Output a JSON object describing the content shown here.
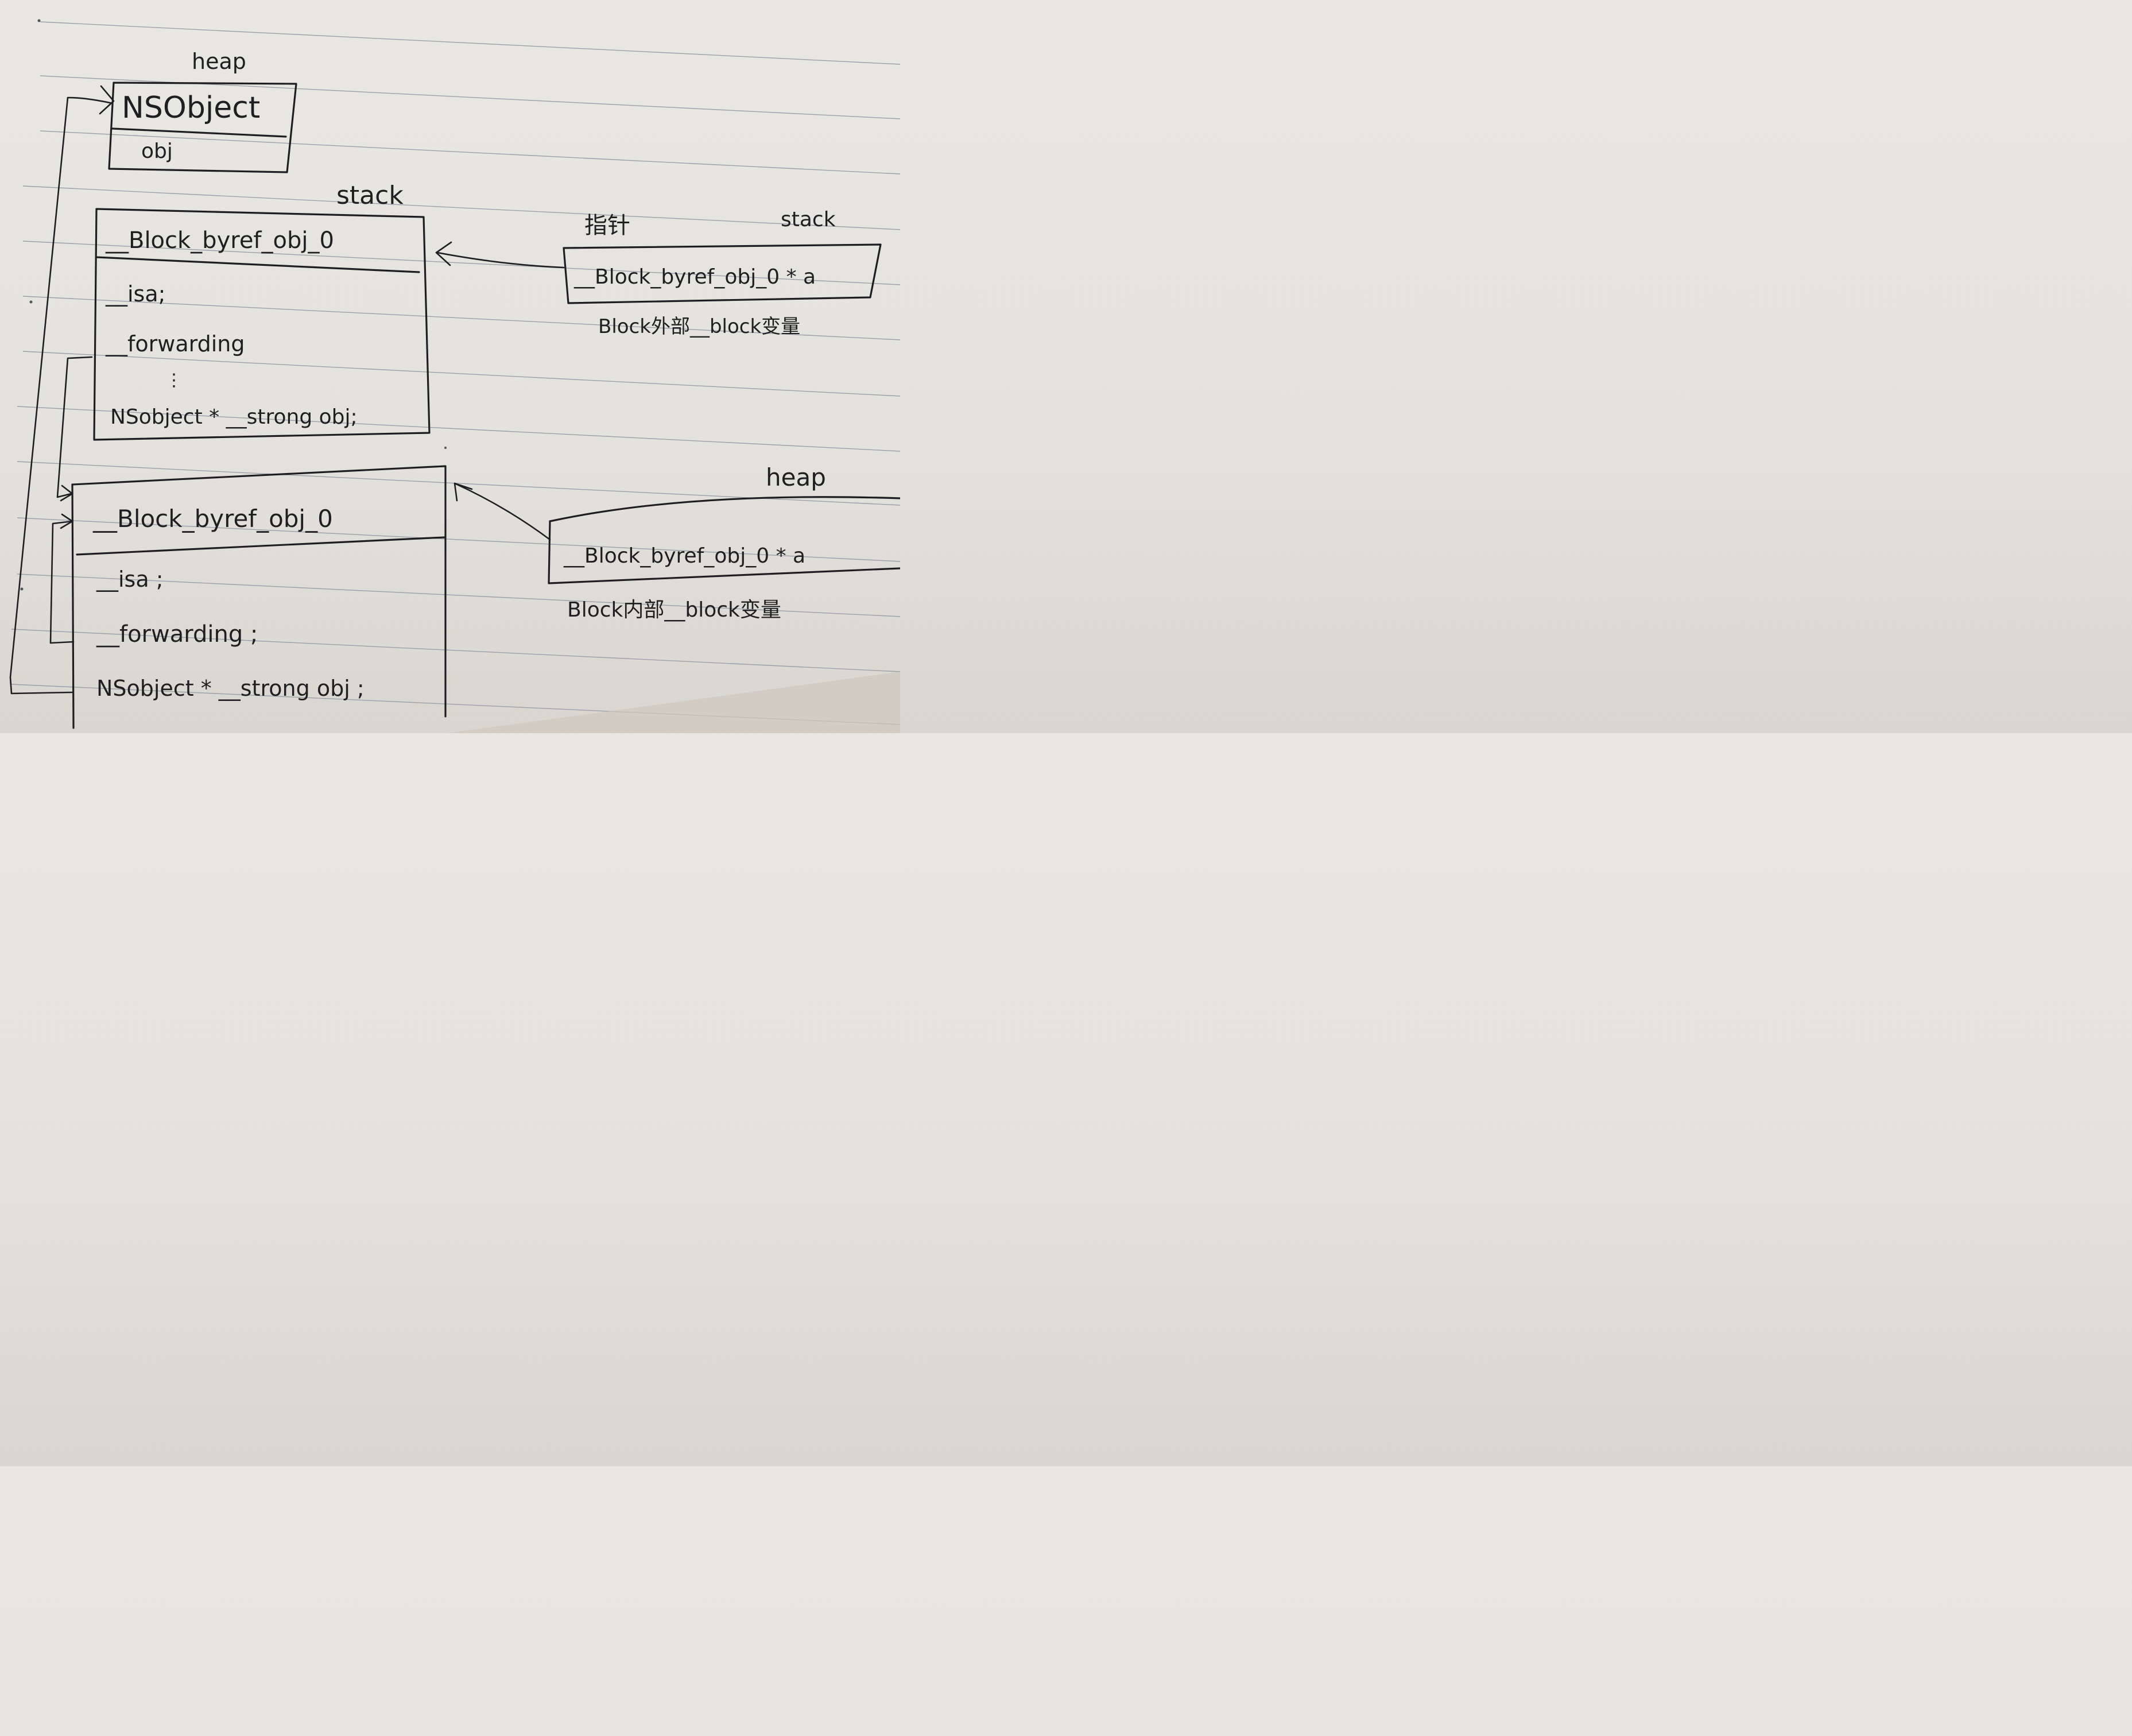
{
  "heap_object": {
    "region_label": "heap",
    "title": "NSObject",
    "field": "obj"
  },
  "stack_struct": {
    "region_label": "stack",
    "title": "__Block_byref_obj_0",
    "fields": [
      "__isa;",
      "__forwarding",
      "⋮",
      "NSobject * __strong obj;"
    ]
  },
  "heap_struct": {
    "title": "__Block_byref_obj_0",
    "fields": [
      "__isa ;",
      "__forwarding ;",
      "NSobject * __strong obj ;"
    ]
  },
  "outer_var": {
    "region_label": "stack",
    "pointer_label": "指针",
    "declaration": "__Block_byref_obj_0 * a",
    "caption": "Block外部__block变量"
  },
  "inner_var": {
    "region_label": "heap",
    "declaration": "__Block_byref_obj_0 * a",
    "caption": "Block内部__block变量"
  }
}
